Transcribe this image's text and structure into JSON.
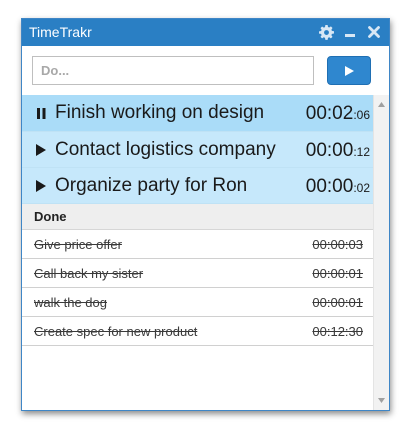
{
  "window": {
    "title": "TimeTrakr"
  },
  "input": {
    "placeholder": "Do..."
  },
  "active_tasks": [
    {
      "state": "running",
      "state_icon": "pause-icon",
      "name": "Finish working on design",
      "time_main": "00:02",
      "time_sec": ":06"
    },
    {
      "state": "paused",
      "state_icon": "play-icon",
      "name": "Contact logistics company",
      "time_main": "00:00",
      "time_sec": ":12"
    },
    {
      "state": "paused",
      "state_icon": "play-icon",
      "name": "Organize party for Ron",
      "time_main": "00:00",
      "time_sec": ":02"
    }
  ],
  "done": {
    "header": "Done",
    "items": [
      {
        "name": "Give price offer",
        "time": "00:00:03"
      },
      {
        "name": "Call back my sister",
        "time": "00:00:01"
      },
      {
        "name": "walk the dog",
        "time": "00:00:01"
      },
      {
        "name": "Create spec for new product",
        "time": "00:12:30"
      }
    ]
  },
  "icons": {
    "settings": "gear-icon",
    "minimize": "minimize-icon",
    "close": "close-icon",
    "submit": "play-icon",
    "scroll_up": "scroll-up-arrow-icon",
    "scroll_down": "scroll-down-arrow-icon"
  },
  "colors": {
    "titlebar": "#2a7fc4",
    "running_row": "#aadcf8",
    "paused_row": "#c6e8fb",
    "submit_button": "#2f87cf"
  }
}
